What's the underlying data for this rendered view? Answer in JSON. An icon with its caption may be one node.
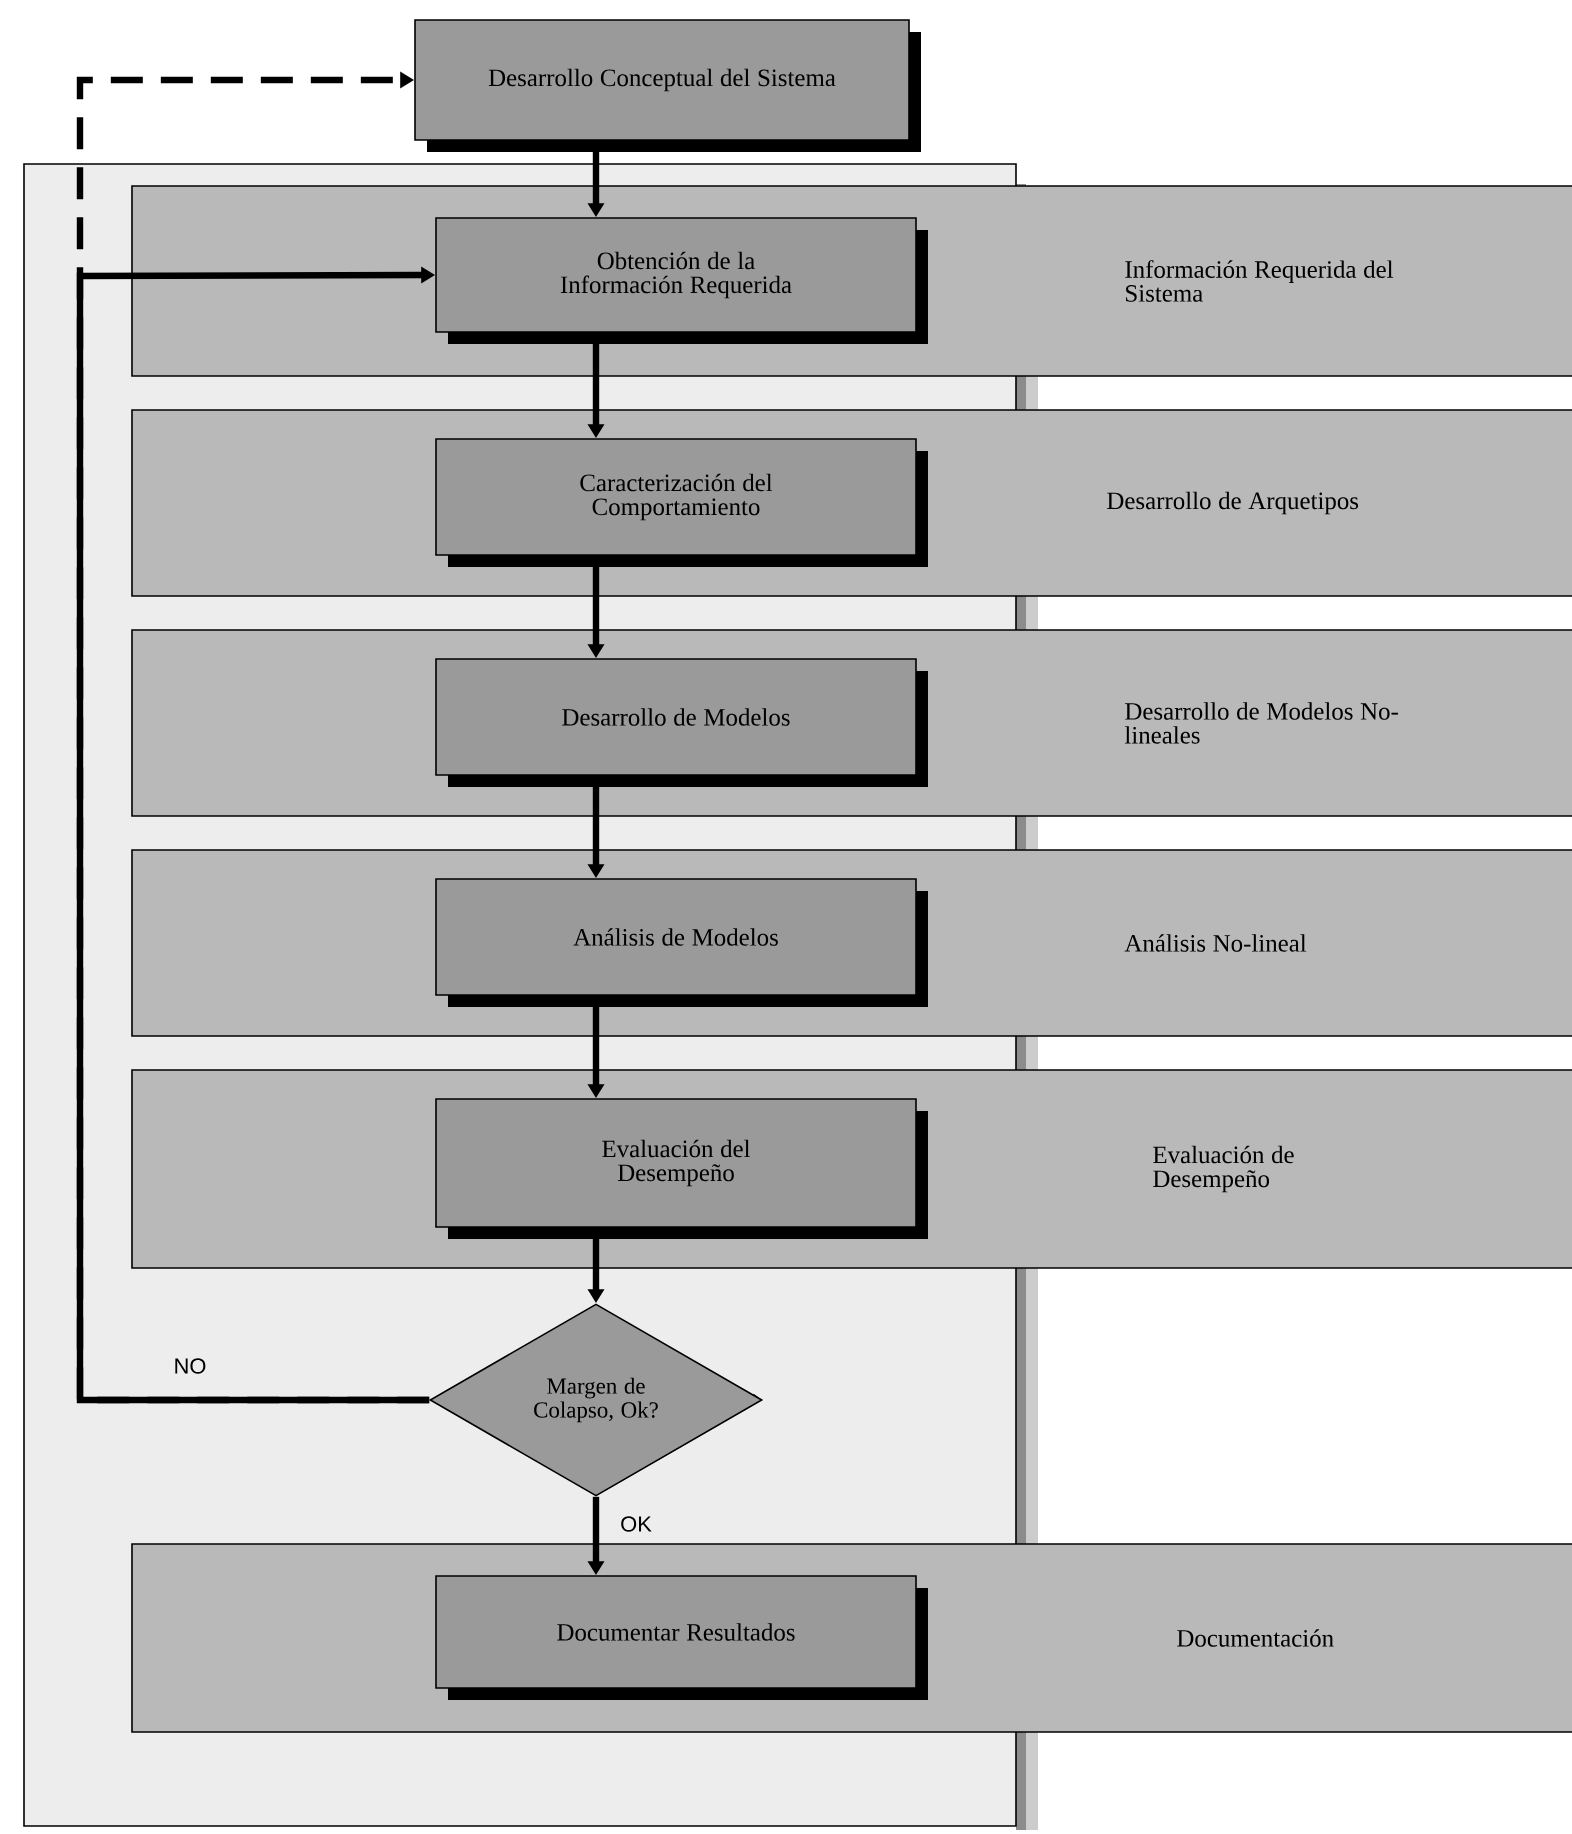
{
  "diagram": {
    "nodes": [
      {
        "text": [
          "Desarrollo Conceptual del Sistema"
        ]
      },
      {
        "text": [
          "Información Requerida del Sistema"
        ]
      },
      {
        "text": [
          "Obtención de la Información Requerida"
        ],
        "in": 1
      },
      {
        "text": [
          "Desarrollo de Arquetipos"
        ]
      },
      {
        "text": [
          "Caracterización del Comportamiento"
        ],
        "in": 3
      },
      {
        "text": [
          "Desarrollo de Modelos No-lineales"
        ]
      },
      {
        "text": [
          "Desarrollo de Modelos"
        ],
        "in": 5
      },
      {
        "text": [
          "Análisis No-lineal"
        ]
      },
      {
        "text": [
          "Análisis de Modelos"
        ],
        "in": 7
      },
      {
        "text": [
          "Evaluación de Desempeño"
        ]
      },
      {
        "text": [
          "Evaluación del Desempeño"
        ],
        "in": 9
      },
      {
        "text": [
          "Margen de Colapso, Ok?"
        ]
      },
      {
        "text": [
          "Documentación"
        ]
      },
      {
        "text": [
          "Documentar Resultados"
        ],
        "in": 12
      }
    ],
    "edges": [
      {
        "from": 0,
        "to": 2,
        "arrow": "to"
      },
      {
        "from": 2,
        "to": 4,
        "arrow": "to"
      },
      {
        "from": 4,
        "to": 6,
        "arrow": "to"
      },
      {
        "from": 6,
        "to": 8,
        "arrow": "to"
      },
      {
        "from": 8,
        "to": 10,
        "arrow": "to"
      },
      {
        "from": 10,
        "to": 11,
        "arrow": "to"
      },
      {
        "from": 11,
        "to": 13,
        "arrow": "to",
        "label": "OK"
      },
      {
        "from": 11,
        "to": 0,
        "arrow": "to",
        "style": "dashed"
      },
      {
        "from": 11,
        "to": 2,
        "arrow": "to",
        "label": "NO"
      }
    ]
  }
}
